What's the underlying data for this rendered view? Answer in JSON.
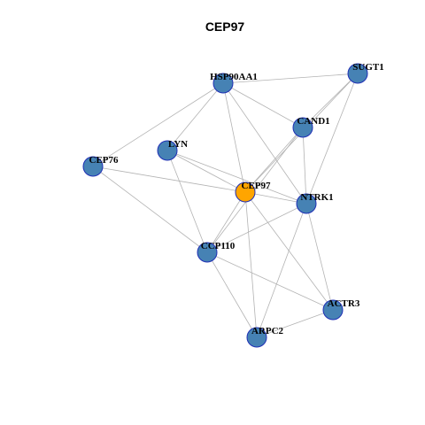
{
  "title": "CEP97",
  "colors": {
    "node_fill": "#4682b4",
    "center_fill": "#ffa500",
    "node_stroke": "#1f2fb5",
    "edge": "#b3b3b3"
  },
  "graph": {
    "nodes": [
      {
        "id": "HSP90AA1",
        "label": "HSP90AA1",
        "center": false
      },
      {
        "id": "SUGT1",
        "label": "SUGT1",
        "center": false
      },
      {
        "id": "CAND1",
        "label": "CAND1",
        "center": false
      },
      {
        "id": "LYN",
        "label": "LYN",
        "center": false
      },
      {
        "id": "CEP76",
        "label": "CEP76",
        "center": false
      },
      {
        "id": "CEP97",
        "label": "CEP97",
        "center": true
      },
      {
        "id": "NTRK1",
        "label": "NTRK1",
        "center": false
      },
      {
        "id": "CCP110",
        "label": "CCP110",
        "center": false
      },
      {
        "id": "ACTR3",
        "label": "ACTR3",
        "center": false
      },
      {
        "id": "ARPC2",
        "label": "ARPC2",
        "center": false
      }
    ],
    "edges": [
      [
        "HSP90AA1",
        "SUGT1"
      ],
      [
        "HSP90AA1",
        "CAND1"
      ],
      [
        "HSP90AA1",
        "NTRK1"
      ],
      [
        "HSP90AA1",
        "CEP97"
      ],
      [
        "HSP90AA1",
        "LYN"
      ],
      [
        "HSP90AA1",
        "CEP76"
      ],
      [
        "SUGT1",
        "CAND1"
      ],
      [
        "SUGT1",
        "NTRK1"
      ],
      [
        "SUGT1",
        "CEP97"
      ],
      [
        "CAND1",
        "CEP97"
      ],
      [
        "CAND1",
        "NTRK1"
      ],
      [
        "CAND1",
        "CCP110"
      ],
      [
        "LYN",
        "CEP97"
      ],
      [
        "LYN",
        "NTRK1"
      ],
      [
        "LYN",
        "CCP110"
      ],
      [
        "CEP76",
        "CEP97"
      ],
      [
        "CEP76",
        "CCP110"
      ],
      [
        "CEP97",
        "NTRK1"
      ],
      [
        "CEP97",
        "CCP110"
      ],
      [
        "CEP97",
        "ARPC2"
      ],
      [
        "CEP97",
        "ACTR3"
      ],
      [
        "NTRK1",
        "CCP110"
      ],
      [
        "NTRK1",
        "ACTR3"
      ],
      [
        "NTRK1",
        "ARPC2"
      ],
      [
        "CCP110",
        "ACTR3"
      ],
      [
        "CCP110",
        "ARPC2"
      ],
      [
        "ACTR3",
        "ARPC2"
      ]
    ]
  }
}
